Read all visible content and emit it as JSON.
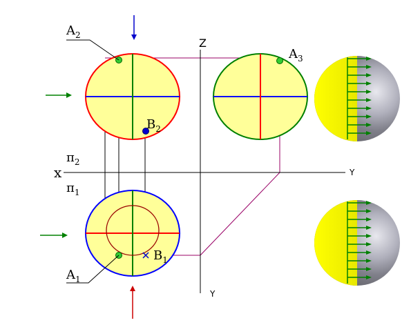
{
  "labels": {
    "A2": {
      "main": "A",
      "sub": "2"
    },
    "A3": {
      "main": "A",
      "sub": "3"
    },
    "A1": {
      "main": "A",
      "sub": "1"
    },
    "B2": {
      "main": "B",
      "sub": "2"
    },
    "B1": {
      "main": "B",
      "sub": "1"
    },
    "pi2": {
      "main": "π",
      "sub": "2"
    },
    "pi1": {
      "main": "π",
      "sub": "1"
    }
  },
  "axes": {
    "z": "Z",
    "x": "x",
    "y_horizontal": "Y",
    "y_vertical": "Y"
  },
  "colors": {
    "fill": "#ffff99",
    "frontal_outline": "#ff0000",
    "profile_outline": "#008000",
    "horizontal_outline": "#0000ff",
    "construction": "#990066",
    "point": "#33cc33",
    "point_b": "#0000cc"
  }
}
